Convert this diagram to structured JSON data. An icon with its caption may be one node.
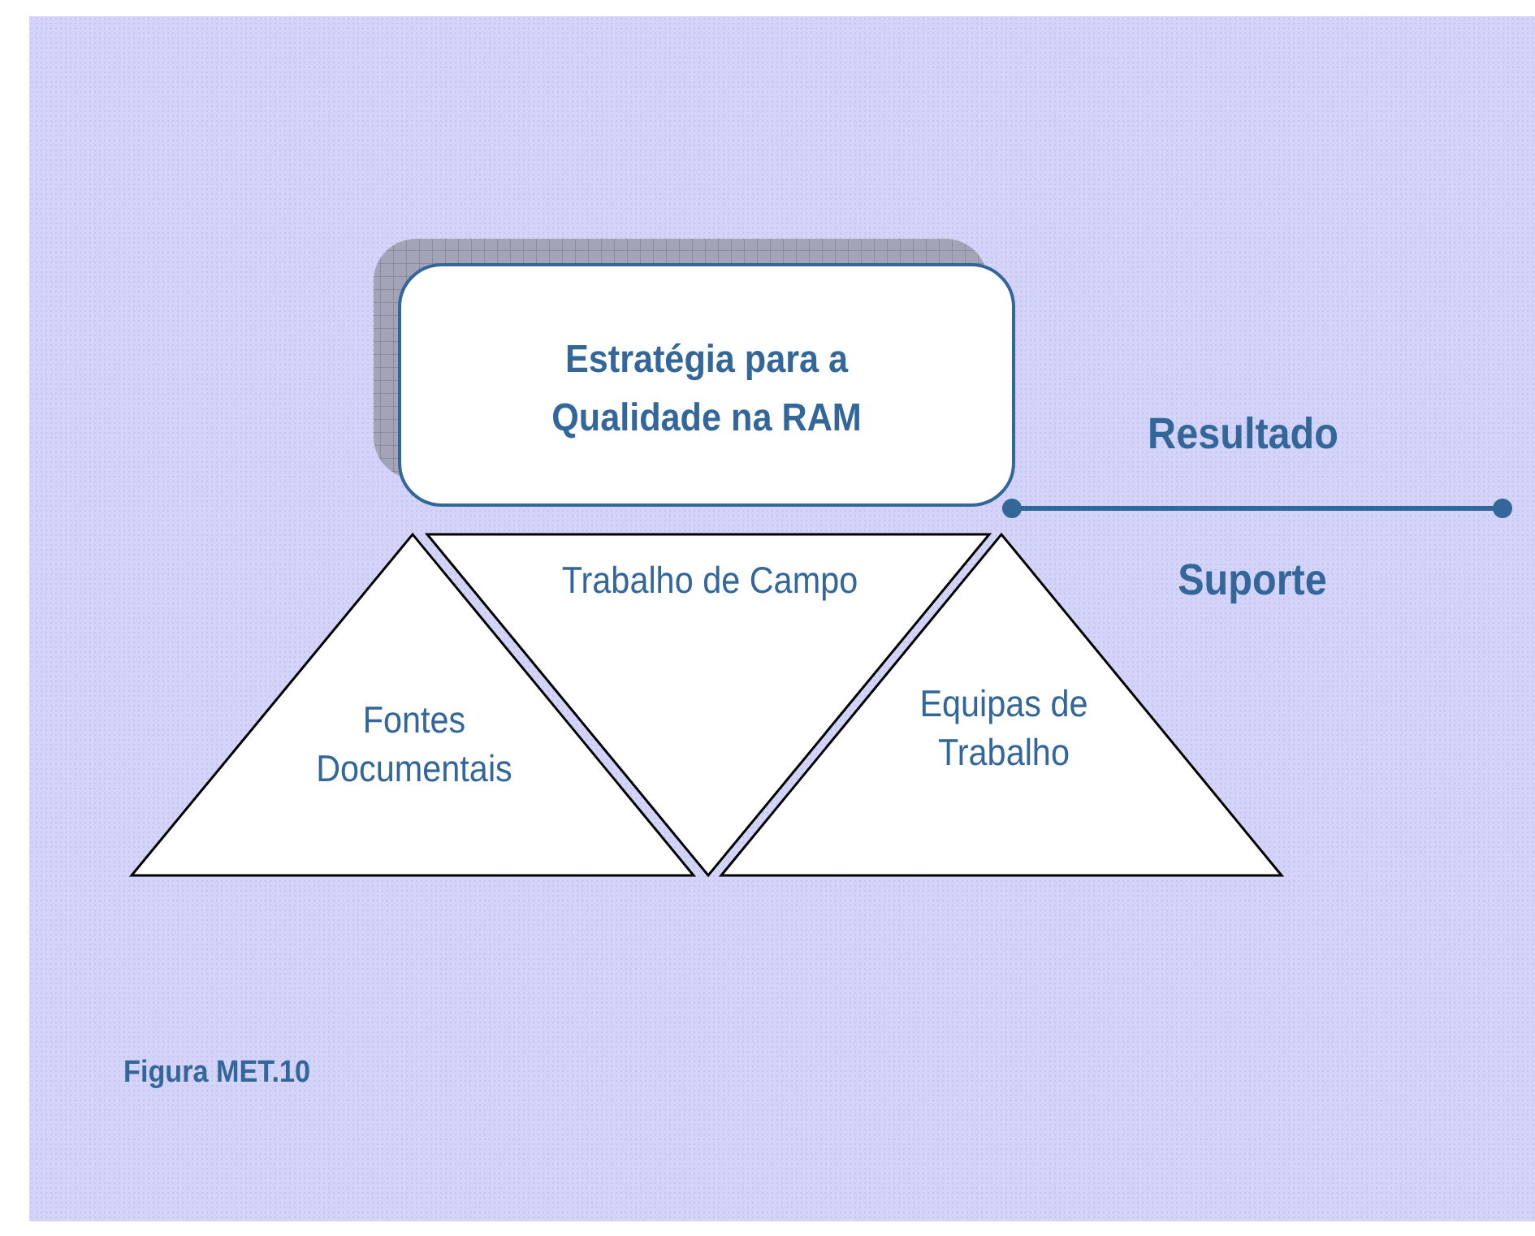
{
  "diagram": {
    "caption": "Figura MET.10",
    "nodes": [
      {
        "text": [
          "Estratégia para a Qualidade na RAM"
        ]
      },
      {
        "text": [
          "Fontes Documentais"
        ]
      },
      {
        "text": [
          "Trabalho de Campo"
        ]
      },
      {
        "text": [
          "Equipas de Trabalho"
        ]
      }
    ],
    "labels": [
      "Resultado",
      "Suporte"
    ]
  }
}
